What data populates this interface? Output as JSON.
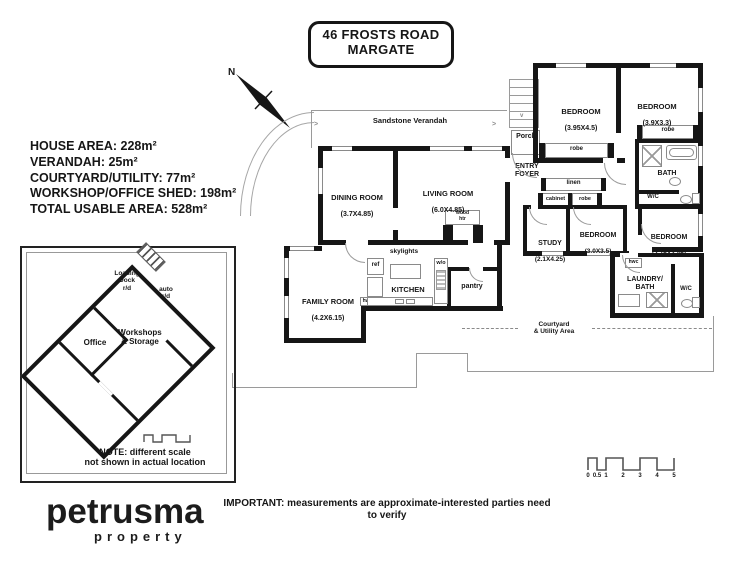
{
  "title": {
    "line1": "46 FROSTS ROAD",
    "line2": "MARGATE"
  },
  "areas": [
    "HOUSE AREA: 228m²",
    "VERANDAH: 25m²",
    "COURTYARD/UTILITY: 77m²",
    "WORKSHOP/OFFICE SHED: 198m²",
    "TOTAL USABLE AREA: 528m²"
  ],
  "compass": {
    "north": "N"
  },
  "plan": {
    "verandah": "Sandstone Verandah",
    "porch": "Porch",
    "entry": "ENTRY\nFOYER",
    "rooms": {
      "dining": {
        "name": "DINING ROOM",
        "dims": "(3.7X4.85)"
      },
      "living": {
        "name": "LIVING ROOM",
        "dims": "(6.0X4.85)"
      },
      "family": {
        "name": "FAMILY ROOM",
        "dims": "(4.2X6.15)"
      },
      "kitchen": {
        "name": "KITCHEN"
      },
      "study": {
        "name": "STUDY",
        "dims": "(2.1X4.25)"
      },
      "bed1": {
        "name": "BEDROOM",
        "dims": "(3.95X4.5)"
      },
      "bed2": {
        "name": "BEDROOM",
        "dims": "(3.9X3.3)"
      },
      "bed3": {
        "name": "BEDROOM",
        "dims": "(3.0X3.5)"
      },
      "bed4": {
        "name": "BEDROOM",
        "dims": "(2.75X3.45)"
      },
      "bath": {
        "name": "BATH"
      },
      "laundry": {
        "name": "LAUNDRY/\nBATH"
      }
    },
    "labels": {
      "robe": "robe",
      "linen": "linen",
      "cabinet": "cabinet",
      "wc": "W/C",
      "ref": "ref",
      "wall_oven": "w/o",
      "pantry": "pantry",
      "skylights": "skylights",
      "wood_heater": "wood\nhtr",
      "hwc": "hwc",
      "courtyard": "Courtyard\n& Utility Area"
    }
  },
  "inset": {
    "loading_dock": "Loading\nDock\nr/d",
    "auto_door": "auto\nr/d",
    "workshops": "Workshops\n& Storage",
    "office": "Office",
    "note": "NOTE: different scale\nnot shown in actual location"
  },
  "scalebar": {
    "ticks": [
      "0",
      "0.5",
      "1",
      "2",
      "3",
      "4",
      "5"
    ]
  },
  "footer": {
    "logo_main": "petrusma",
    "logo_sub": "property",
    "disclaimer": "IMPORTANT: measurements are approximate-interested parties need to verify"
  }
}
